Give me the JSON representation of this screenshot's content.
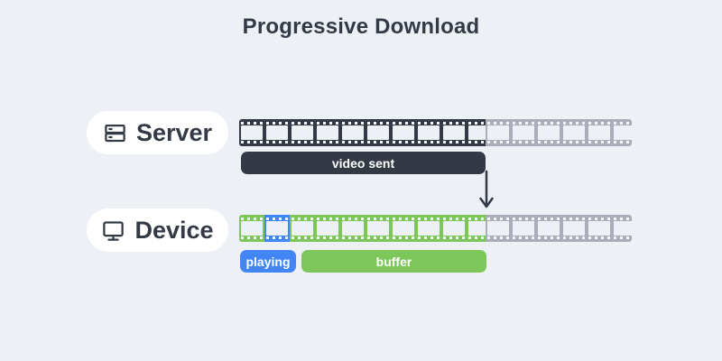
{
  "title": "Progressive Download",
  "server": {
    "label": "Server",
    "badge": "video sent",
    "icon": "server-rack-icon"
  },
  "device": {
    "label": "Device",
    "playing_badge": "playing",
    "buffer_badge": "buffer",
    "icon": "monitor-icon"
  },
  "arrow_icon": "arrow-down-icon",
  "colors": {
    "background": "#edf1f6",
    "dark_navy": "#333a46",
    "green": "#7cc65a",
    "blue": "#4285f4",
    "gray": "#a9aeb8",
    "pill_background": "#ffffff",
    "hole": "#f4f7fa",
    "window": "#edf1f6"
  }
}
